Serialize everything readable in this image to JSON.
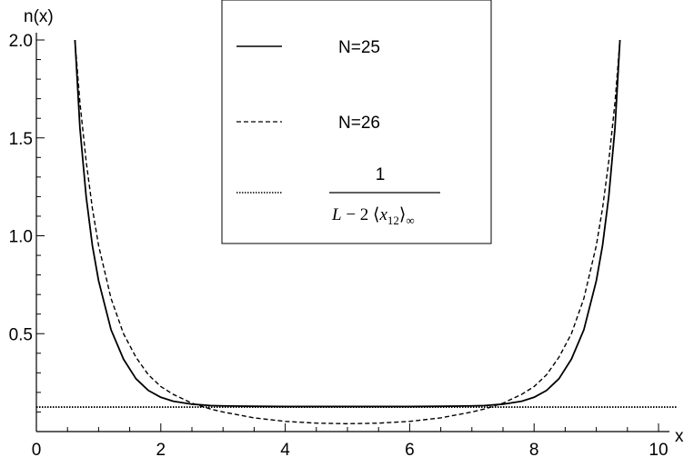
{
  "chart_data": {
    "type": "line",
    "xlabel": "x",
    "ylabel": "n(x)",
    "xlim": [
      0,
      10
    ],
    "ylim": [
      0,
      2.0
    ],
    "x_ticks": [
      0,
      2,
      4,
      6,
      8,
      10
    ],
    "y_ticks": [
      0.5,
      1.0,
      1.5,
      2.0
    ],
    "x_tick_labels": [
      "0",
      "2",
      "4",
      "6",
      "8",
      "10"
    ],
    "y_tick_labels": [
      "0.5",
      "1.0",
      "1.5",
      "2.0"
    ],
    "grid": false,
    "legend_position": "top-center",
    "series": [
      {
        "name": "N=25",
        "style": "solid",
        "x": [
          0.62,
          0.7,
          0.8,
          0.9,
          1.0,
          1.2,
          1.4,
          1.6,
          1.8,
          2.0,
          2.2,
          2.5,
          2.8,
          3.0,
          3.5,
          4.0,
          5.0,
          6.0,
          6.5,
          7.0,
          7.2,
          7.5,
          7.8,
          8.0,
          8.2,
          8.4,
          8.6,
          8.8,
          9.0,
          9.1,
          9.2,
          9.3,
          9.38
        ],
        "y": [
          2.0,
          1.55,
          1.2,
          0.95,
          0.77,
          0.52,
          0.37,
          0.27,
          0.21,
          0.175,
          0.155,
          0.14,
          0.133,
          0.131,
          0.129,
          0.128,
          0.128,
          0.128,
          0.129,
          0.131,
          0.133,
          0.14,
          0.155,
          0.175,
          0.21,
          0.27,
          0.37,
          0.52,
          0.77,
          0.95,
          1.2,
          1.55,
          2.0
        ]
      },
      {
        "name": "N=26",
        "style": "dashed",
        "x": [
          0.62,
          0.7,
          0.8,
          0.9,
          1.0,
          1.2,
          1.4,
          1.6,
          1.8,
          2.0,
          2.2,
          2.5,
          2.8,
          3.0,
          3.5,
          4.0,
          4.5,
          5.0,
          5.5,
          6.0,
          6.5,
          7.0,
          7.2,
          7.5,
          7.8,
          8.0,
          8.2,
          8.4,
          8.6,
          8.8,
          9.0,
          9.1,
          9.2,
          9.3,
          9.38
        ],
        "y": [
          2.0,
          1.68,
          1.38,
          1.14,
          0.95,
          0.68,
          0.5,
          0.38,
          0.29,
          0.23,
          0.19,
          0.145,
          0.115,
          0.1,
          0.07,
          0.052,
          0.043,
          0.04,
          0.043,
          0.052,
          0.07,
          0.1,
          0.115,
          0.145,
          0.19,
          0.23,
          0.29,
          0.38,
          0.5,
          0.68,
          0.95,
          1.14,
          1.38,
          1.68,
          2.0
        ]
      },
      {
        "name": "1 / (L − 2⟨x12⟩∞)",
        "style": "dotted",
        "x": [
          0,
          10.3
        ],
        "y": [
          0.125,
          0.125
        ]
      }
    ],
    "legend": {
      "entries": [
        {
          "label": "N=25",
          "style": "solid"
        },
        {
          "label": "N=26",
          "style": "dashed"
        },
        {
          "style": "dotted",
          "numerator": "1",
          "denominator_L": "L",
          "denominator_op": " − 2 ",
          "angle_open": "⟨",
          "var": "x",
          "subscript": "12",
          "angle_close": "⟩",
          "subscript_inf": "∞"
        }
      ]
    }
  }
}
